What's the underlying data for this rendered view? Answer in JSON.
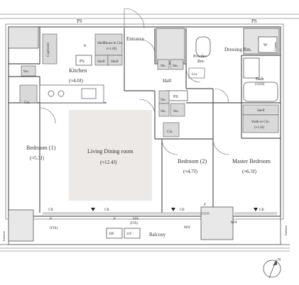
{
  "labels": {
    "ps_top_left": "PS",
    "ps_top_right": "PS",
    "ps_kitchen": "PS",
    "ps_hall": "PS",
    "entrance": "Entrance",
    "kitchen": "Kitchen",
    "kitchen_area": "(≈4.0J)",
    "cupboard": "Cupboard",
    "shoes_closet": "Shoes-in Clo.",
    "shoes_closet_area": "(≈1.0J)",
    "shelf_1": "Shelf",
    "shelf_2": "Shelf",
    "shelf_3": "Shelf",
    "refrigerator": "R",
    "storage_kitchen": "Sto.",
    "closet_bedroom1": "Clo.",
    "storage_hall_1": "Sto.",
    "storage_hall_2": "Sto.",
    "storage_hall_3": "Sto.",
    "storage_hall_4": "Sto.",
    "storage_hall_5": "Sto.",
    "hall": "Hall",
    "powder_room": "Powder",
    "powder_room_2": "Rm.",
    "linen": "Lin.",
    "dressing_room": "Dressing Rm.",
    "washer": "W",
    "counter": "Counter",
    "bath": "Bath",
    "bath_size": "(1418)",
    "shelf_4": "Shelf",
    "walkin_closet": "Walk-in Clo.",
    "walkin_closet_area": "(≈1.6J)",
    "closet_bedroom2": "Clo.",
    "bedroom1": "Bedroom (1)",
    "bedroom1_area": "(≈5.3J)",
    "living_dining": "Living Dining room",
    "living_dining_area": "(≈12.4J)",
    "bedroom2": "Bedroom (2)",
    "bedroom2_area": "(≈4.7J)",
    "master_bedroom": "Master Bedroom",
    "master_bedroom_area": "(≈6.3J)",
    "cb_1": "CB",
    "cb_2": "CB",
    "cb_3": "CB",
    "cb_4": "CB",
    "fix_1": "(FIX)",
    "fix_2": "FIX",
    "fix_3": "(FIX)",
    "p_left": "P",
    "p_right": "P",
    "p_bedroom": "P",
    "outlet_1": "30F",
    "outlet_2": "21F",
    "balcony": "Balcony",
    "mw_1": "MW",
    "mw_2": "MW",
    "partition_left": "Partition",
    "partition_right": "Partition",
    "compass": "N"
  }
}
